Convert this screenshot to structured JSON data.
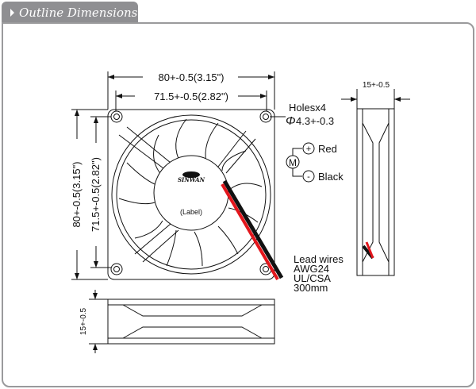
{
  "header": {
    "title": "Outline Dimensions"
  },
  "diagram": {
    "width_outer": "80+-0.5(3.15\")",
    "width_inner": "71.5+-0.5(2.82\")",
    "height_outer": "80+-0.5(3.15\")",
    "height_inner": "71.5+-0.5(2.82\")",
    "holes_label": "Holesx4",
    "holes_diameter": "4.3+-0.3",
    "diameter_symbol": "Φ",
    "motor_symbol": "M",
    "plus_symbol": "+",
    "minus_symbol": "-",
    "wire_red": "Red",
    "wire_black": "Black",
    "brand": "SINWAN",
    "hub_label": "(Label)",
    "lead_wires": [
      "Lead wires",
      "AWG24",
      "UL/CSA",
      "300mm"
    ],
    "thickness_side": "15+-0.5",
    "thickness_bottom": "15+-0.5"
  },
  "colors": {
    "tab": "#8f8f92",
    "wire_red": "#e3161c",
    "wire_black": "#111111"
  }
}
